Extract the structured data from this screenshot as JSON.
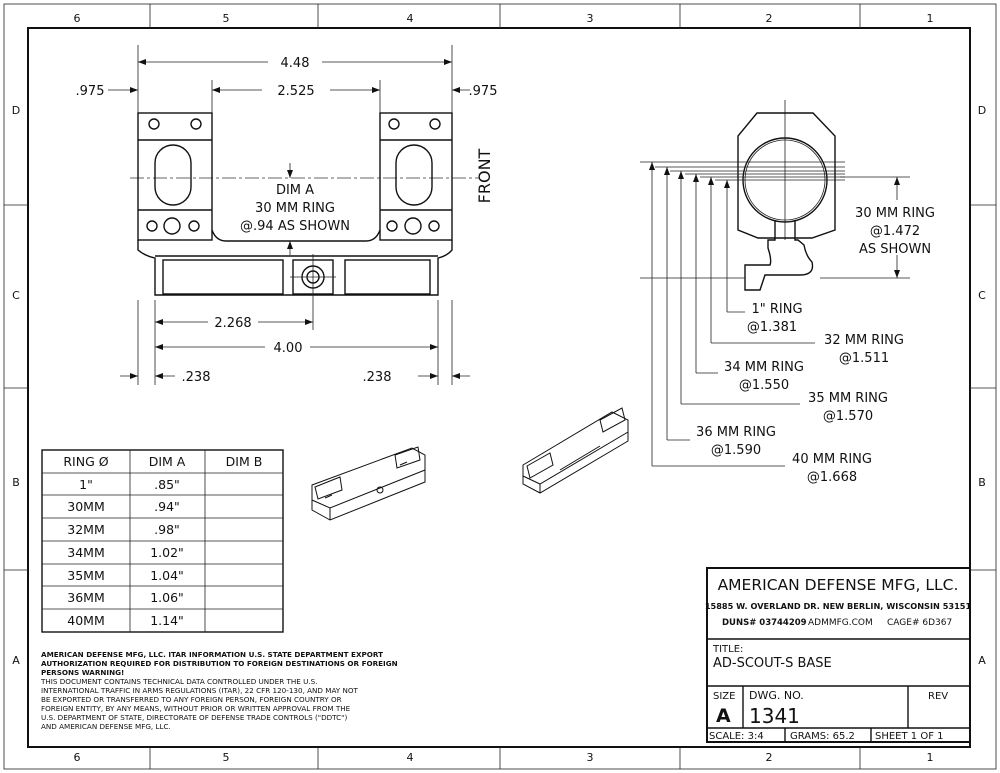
{
  "zones": {
    "columns": [
      "6",
      "5",
      "4",
      "3",
      "2",
      "1"
    ],
    "rows": [
      "D",
      "C",
      "B",
      "A"
    ]
  },
  "front_view": {
    "dim_overall": "4.48",
    "dim_left": ".975",
    "dim_center": "2.525",
    "dim_right": ".975",
    "dim_a_note": [
      "DIM A",
      "30 MM RING",
      "@.94 AS SHOWN"
    ],
    "front_label": "FRONT",
    "dim_screw": "2.268",
    "dim_base": "4.00",
    "dim_left_offset": ".238",
    "dim_right_offset": ".238"
  },
  "side_view": {
    "note": [
      "30 MM RING",
      "@1.472",
      "AS SHOWN"
    ],
    "callouts": [
      {
        "ring": "1\" RING",
        "height": "@1.381"
      },
      {
        "ring": "32 MM RING",
        "height": "@1.511"
      },
      {
        "ring": "34 MM RING",
        "height": "@1.550"
      },
      {
        "ring": "35 MM RING",
        "height": "@1.570"
      },
      {
        "ring": "36 MM RING",
        "height": "@1.590"
      },
      {
        "ring": "40 MM RING",
        "height": "@1.668"
      }
    ]
  },
  "ring_table": {
    "headers": [
      "RING Ø",
      "DIM A",
      "DIM B"
    ],
    "rows": [
      [
        "1\"",
        ".85\"",
        ""
      ],
      [
        "30MM",
        ".94\"",
        ""
      ],
      [
        "32MM",
        ".98\"",
        ""
      ],
      [
        "34MM",
        "1.02\"",
        ""
      ],
      [
        "35MM",
        "1.04\"",
        ""
      ],
      [
        "36MM",
        "1.06\"",
        ""
      ],
      [
        "40MM",
        "1.14\"",
        ""
      ]
    ]
  },
  "itar": {
    "bold_lines": [
      "AMERICAN DEFENSE MFG, LLC. ITAR INFORMATION U.S. STATE DEPARTMENT EXPORT",
      "AUTHORIZATION REQUIRED FOR DISTRIBUTION TO FOREIGN DESTINATIONS OR FOREIGN",
      "PERSONS WARNING!"
    ],
    "lines": [
      "THIS DOCUMENT CONTAINS TECHNICAL DATA CONTROLLED UNDER THE U.S.",
      "INTERNATIONAL TRAFFIC IN ARMS REGULATIONS (ITAR), 22 CFR 120-130, AND MAY NOT",
      "BE EXPORTED OR TRANSFERRED TO ANY FOREIGN PERSON, FOREIGN COUNTRY OR",
      "FOREIGN ENTITY, BY ANY MEANS, WITHOUT PRIOR OR WRITTEN APPROVAL FROM THE",
      "U.S. DEPARTMENT OF STATE, DIRECTORATE OF DEFENSE TRADE CONTROLS (\"DDTC\")",
      "AND AMERICAN DEFENSE MFG, LLC."
    ]
  },
  "title_block": {
    "company": "AMERICAN DEFENSE MFG, LLC.",
    "address": "15885 W. OVERLAND DR. NEW BERLIN, WISCONSIN 53151",
    "duns": "DUNS# 03744209",
    "website": "ADMMFG.COM",
    "cage": "CAGE# 6D367",
    "title_label": "TITLE:",
    "title": "AD-SCOUT-S BASE",
    "size_label": "SIZE",
    "size": "A",
    "dwg_label": "DWG.  NO.",
    "dwg_no": "1341",
    "rev_label": "REV",
    "scale": "SCALE: 3:4",
    "grams": "GRAMS: 65.2",
    "sheet": "SHEET 1 OF 1"
  }
}
